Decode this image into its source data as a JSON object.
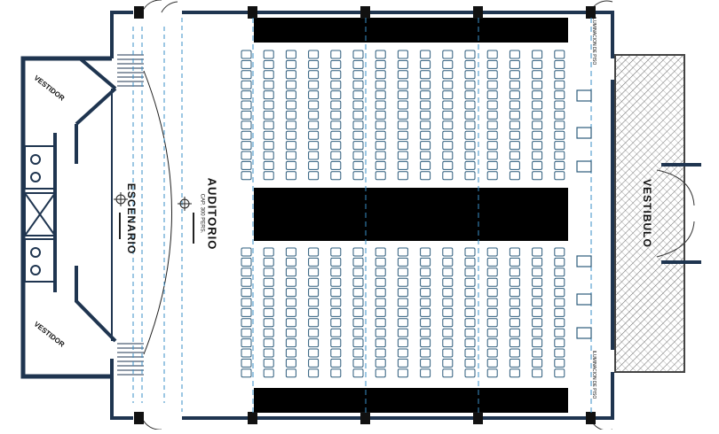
{
  "plan": {
    "rooms": {
      "vestidor_top": "VESTIDOR",
      "vestidor_bottom": "VESTIDOR",
      "escenario": "ESCENARIO",
      "auditorio": "AUDITORIO",
      "capacity": "CAP. 300 PERS.",
      "vestibulo": "VESTIBULO"
    },
    "side_notes": {
      "top_right": "ILUMINACION DE PISO",
      "bottom_right": "ILUMINACION DE PISO"
    },
    "colors": {
      "wall": "#1f3550",
      "seat": "#2d5c7c",
      "block": "#000000",
      "dashed": "#3a8fc7",
      "hatch": "#555555"
    }
  }
}
